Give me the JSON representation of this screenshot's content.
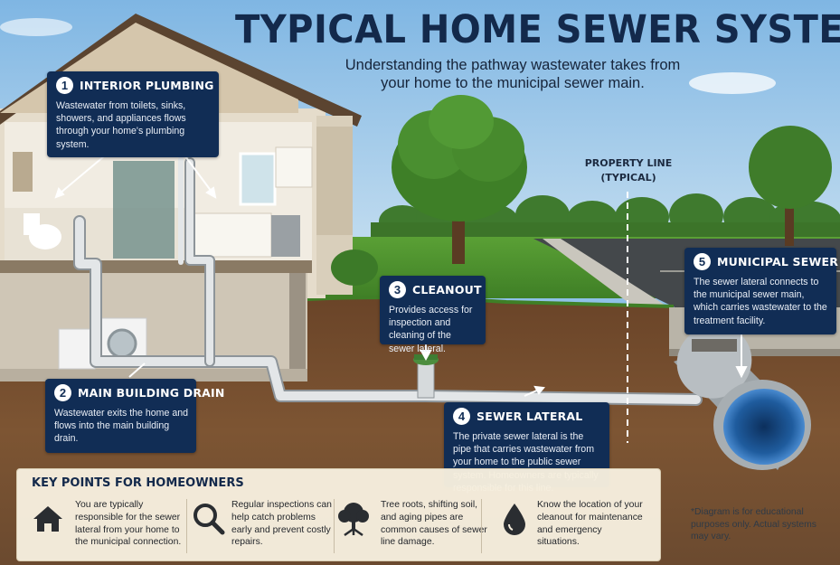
{
  "title": "TYPICAL HOME SEWER SYSTEM",
  "subtitle": "Understanding the pathway wastewater takes from your home to the municipal sewer main.",
  "property_line": {
    "line1": "PROPERTY LINE",
    "line2": "(TYPICAL)"
  },
  "callouts": [
    {
      "num": "1",
      "title": "INTERIOR PLUMBING",
      "text": "Wastewater from toilets, sinks, showers, and appliances flows through your home's plumbing system."
    },
    {
      "num": "2",
      "title": "MAIN BUILDING DRAIN",
      "text": "Wastewater exits the home and flows into the main building drain."
    },
    {
      "num": "3",
      "title": "CLEANOUT",
      "text": "Provides access for inspection and cleaning of the sewer lateral."
    },
    {
      "num": "4",
      "title": "SEWER LATERAL",
      "text": "The private sewer lateral is the pipe that carries wastewater from your home to the public sewer system. Homeowners are typically responsible for this line."
    },
    {
      "num": "5",
      "title": "MUNICIPAL SEWER MAIN",
      "text": "The sewer lateral connects to the municipal sewer main, which carries wastewater to the treatment facility."
    }
  ],
  "key_points": {
    "title": "KEY POINTS FOR HOMEOWNERS",
    "items": [
      {
        "icon": "house-icon",
        "text": "You are typically responsible for the sewer lateral from your home to the municipal connection."
      },
      {
        "icon": "magnifier-icon",
        "text": "Regular inspections can help catch problems early and prevent costly repairs."
      },
      {
        "icon": "tree-roots-icon",
        "text": "Tree roots, shifting soil, and aging pipes are common causes of sewer line damage."
      },
      {
        "icon": "water-drop-icon",
        "text": "Know the location of your cleanout for maintenance and emergency situations."
      }
    ]
  },
  "disclaimer": "*Diagram is for educational purposes only. Actual systems may vary.",
  "colors": {
    "navy": "#112d55",
    "title": "#13294b",
    "pipe": "#d9dde0",
    "soil": "#7a5231",
    "grass": "#4e8f2e",
    "sky": "#8fc1e8",
    "water": "#2f6fb3"
  }
}
